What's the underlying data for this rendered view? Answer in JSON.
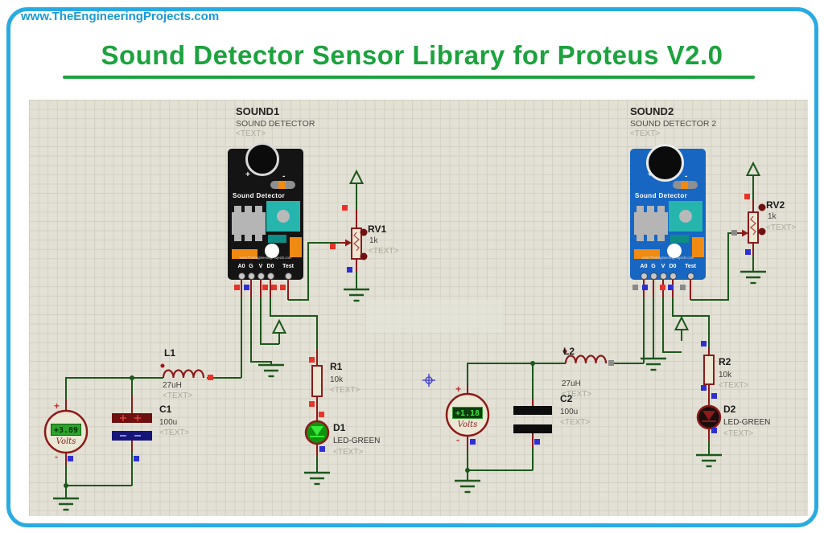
{
  "header": {
    "site_url": "www.TheEngineeringProjects.com",
    "title": "Sound Detector Sensor Library for Proteus V2.0"
  },
  "modules": [
    {
      "ref": "SOUND1",
      "part_name": "SOUND DETECTOR",
      "text_tag": "<TEXT>",
      "plus": "+",
      "minus": "-",
      "silkscreen": "Sound Detector",
      "brand": "www.TheEngineeringProjects.com",
      "pins": [
        "A0",
        "G",
        "V",
        "D0",
        "Test"
      ]
    },
    {
      "ref": "SOUND2",
      "part_name": "SOUND DETECTOR 2",
      "text_tag": "<TEXT>",
      "plus": "+",
      "minus": "-",
      "silkscreen": "Sound Detector",
      "brand": "www.TheEngineeringProjects.com",
      "pins": [
        "A0",
        "G",
        "V",
        "D0",
        "Test"
      ]
    }
  ],
  "components": {
    "L1": {
      "ref": "L1",
      "value": "27uH",
      "text_tag": "<TEXT>"
    },
    "C1": {
      "ref": "C1",
      "value": "100u",
      "text_tag": "<TEXT>"
    },
    "R1": {
      "ref": "R1",
      "value": "10k",
      "text_tag": "<TEXT>"
    },
    "D1": {
      "ref": "D1",
      "value": "LED-GREEN",
      "text_tag": "<TEXT>"
    },
    "RV1": {
      "ref": "RV1",
      "value": "1k",
      "text_tag": "<TEXT>"
    },
    "L2": {
      "ref": "L2",
      "value": "27uH",
      "text_tag": "<TEXT>"
    },
    "C2": {
      "ref": "C2",
      "value": "100u",
      "text_tag": "<TEXT>"
    },
    "R2": {
      "ref": "R2",
      "value": "10k",
      "text_tag": "<TEXT>"
    },
    "D2": {
      "ref": "D2",
      "value": "LED-GREEN",
      "text_tag": "<TEXT>"
    },
    "RV2": {
      "ref": "RV2",
      "value": "1k",
      "text_tag": "<TEXT>"
    },
    "V1": {
      "reading": "+3.89",
      "unit": "Volts",
      "plus": "+",
      "minus": "-"
    },
    "V2": {
      "reading": "+1.18",
      "unit": "Volts",
      "plus": "+",
      "minus": "-"
    }
  },
  "colors": {
    "frame_blue": "#29abe2",
    "title_green": "#1ca23e",
    "url_blue": "#179bd7",
    "wire_green": "#1c581c",
    "component_maroon": "#8b1a1a",
    "board_sound1": "#141414",
    "board_sound2": "#1766c2",
    "canvas_bg": "#e3e1d5",
    "led_on_green": "#0f930f",
    "indicator_red": "#e8332a",
    "indicator_blue": "#2f2fd6"
  }
}
